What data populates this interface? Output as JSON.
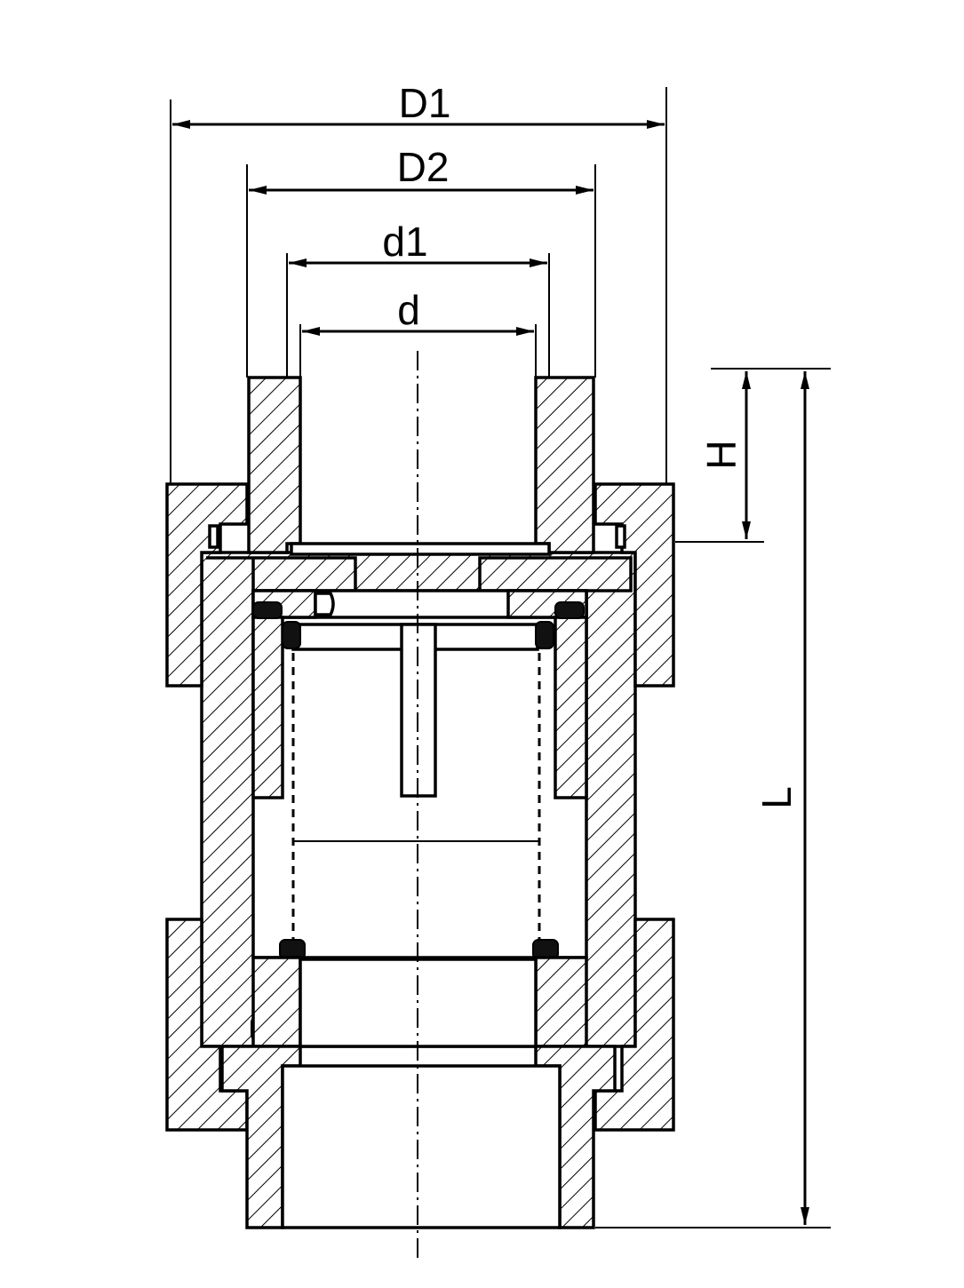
{
  "dimensions": {
    "D1": "D1",
    "D2": "D2",
    "d1": "d1",
    "d": "d",
    "H": "H",
    "L": "L"
  }
}
